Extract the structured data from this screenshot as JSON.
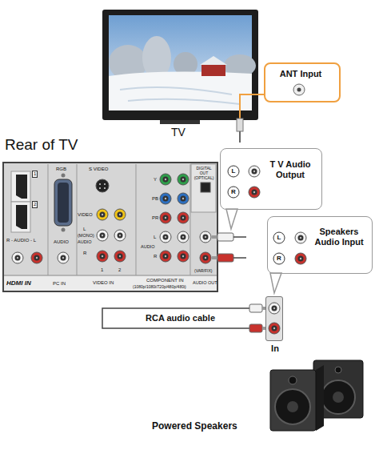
{
  "diagram": {
    "nodes": [
      {
        "text": [
          "ANT Input"
        ]
      },
      {
        "text": [
          "T V Audio Output",
          "L",
          "R"
        ]
      },
      {
        "text": [
          "Speakers Audio Input",
          "L",
          "R"
        ]
      },
      {
        "text": [
          "In"
        ]
      }
    ],
    "labels": [
      "TV",
      "Rear of TV",
      "1",
      "2",
      "R - AUDIO - L",
      "HDMI IN",
      "RGB",
      "AUDIO",
      "PC IN",
      "S VIDEO",
      "VIDEO",
      "L",
      "(MONO)",
      "AUDIO",
      "R",
      "1",
      "2",
      "VIDEO IN",
      "Y",
      "PB",
      "PR",
      "L",
      "AUDIO",
      "R",
      "COMPONENT IN",
      "(1080p/1080i/720p/480p/480i)",
      "DIGITAL OUT (OPTICAL)",
      "(VAR/FIX)",
      "AUDIO OUT",
      "RCA audio cable",
      "Powered Speakers"
    ]
  }
}
